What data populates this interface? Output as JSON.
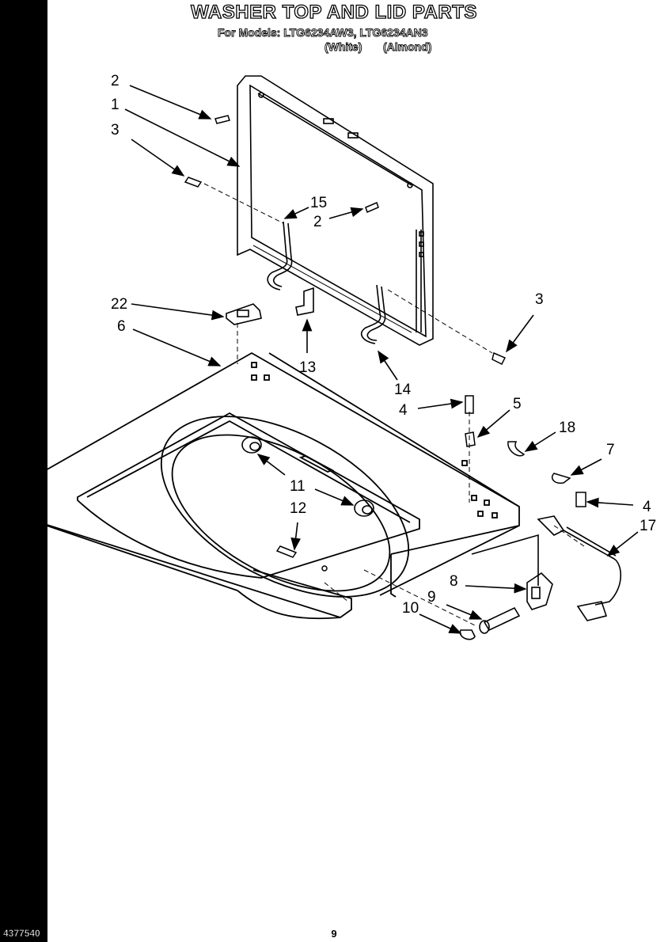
{
  "header": {
    "title": "WASHER TOP AND LID PARTS",
    "models_line": "For Models: LTG6234AW3, LTG6234AN3",
    "color_white": "(White)",
    "color_almond": "(Almond)"
  },
  "callouts": {
    "c1": "1",
    "c2a": "2",
    "c2b": "2",
    "c3a": "3",
    "c3b": "3",
    "c4a": "4",
    "c4b": "4",
    "c5": "5",
    "c6": "6",
    "c7": "7",
    "c8": "8",
    "c9": "9",
    "c10": "10",
    "c11": "11",
    "c12": "12",
    "c13": "13",
    "c14": "14",
    "c15": "15",
    "c17": "17",
    "c18": "18",
    "c22": "22"
  },
  "footer": {
    "doc_number": "4377540",
    "page_number": "9"
  }
}
